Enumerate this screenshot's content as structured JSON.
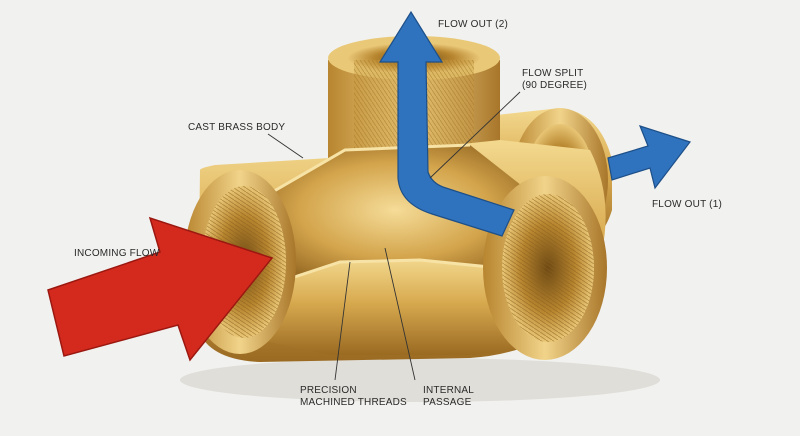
{
  "labels": {
    "flow_out_2": "FLOW OUT (2)",
    "flow_split_line1": "FLOW SPLIT",
    "flow_split_line2": "(90 DEGREE)",
    "cast_brass_body": "CAST BRASS BODY",
    "flow_out_1": "FLOW OUT (1)",
    "incoming_flow": "INCOMING FLOW",
    "precision_line1": "PRECISION",
    "precision_line2": "MACHINED THREADS",
    "internal_line1": "INTERNAL",
    "internal_line2": "PASSAGE"
  },
  "colors": {
    "background": "#f1f1ef",
    "brass_light": "#f0d48a",
    "brass_mid": "#c99a3f",
    "brass_dark": "#7a5418",
    "incoming_arrow": "#d42a1e",
    "outflow_arrow": "#2f72bd",
    "leader_line": "#333333"
  },
  "icons": {
    "incoming": "red-arrow-right",
    "outflow_up": "blue-arrow-up-bend",
    "outflow_right": "blue-arrow-right"
  }
}
